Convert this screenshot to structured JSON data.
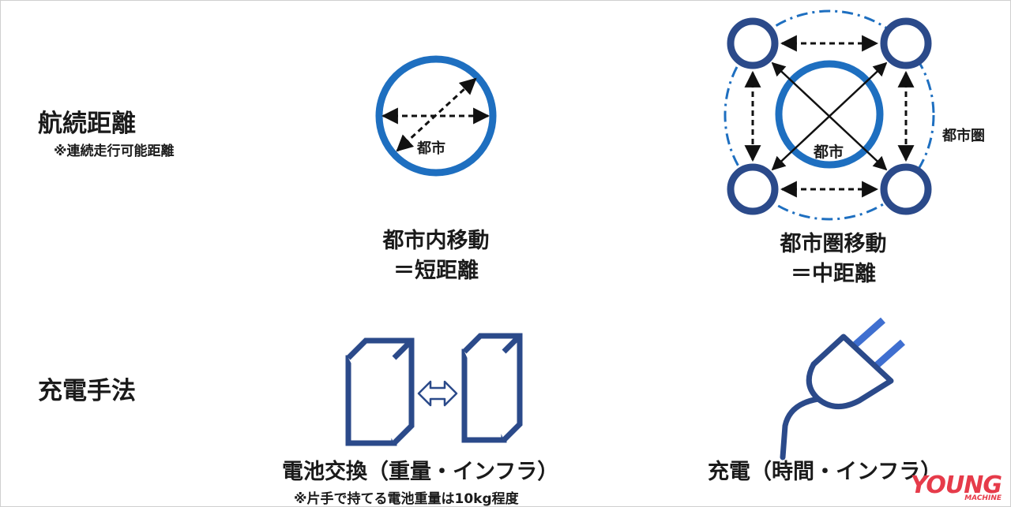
{
  "labels": {
    "range_title": "航続距離",
    "range_note": "※連続走行可能距離",
    "charging_title": "充電手法",
    "city_label": "都市",
    "city_center_label": "都市",
    "metro_area_label": "都市圏",
    "intra_city_line1": "都市内移動",
    "intra_city_line2": "＝短距離",
    "metro_line1": "都市圏移動",
    "metro_line2": "＝中距離",
    "battery_swap": "電池交換（重量・インフラ）",
    "battery_note": "※片手で持てる電池重量は10kg程度",
    "plug_charge": "充電（時間・インフラ）"
  },
  "watermark": {
    "brand": "YOUNG",
    "sub": "MACHINE"
  },
  "colors": {
    "ring_blue": "#1e6fc0",
    "navy": "#2b4a8a",
    "dashdot": "#1e6fc0",
    "plug_accent": "#3f6fd0",
    "watermark_red": "#e63b4a"
  }
}
